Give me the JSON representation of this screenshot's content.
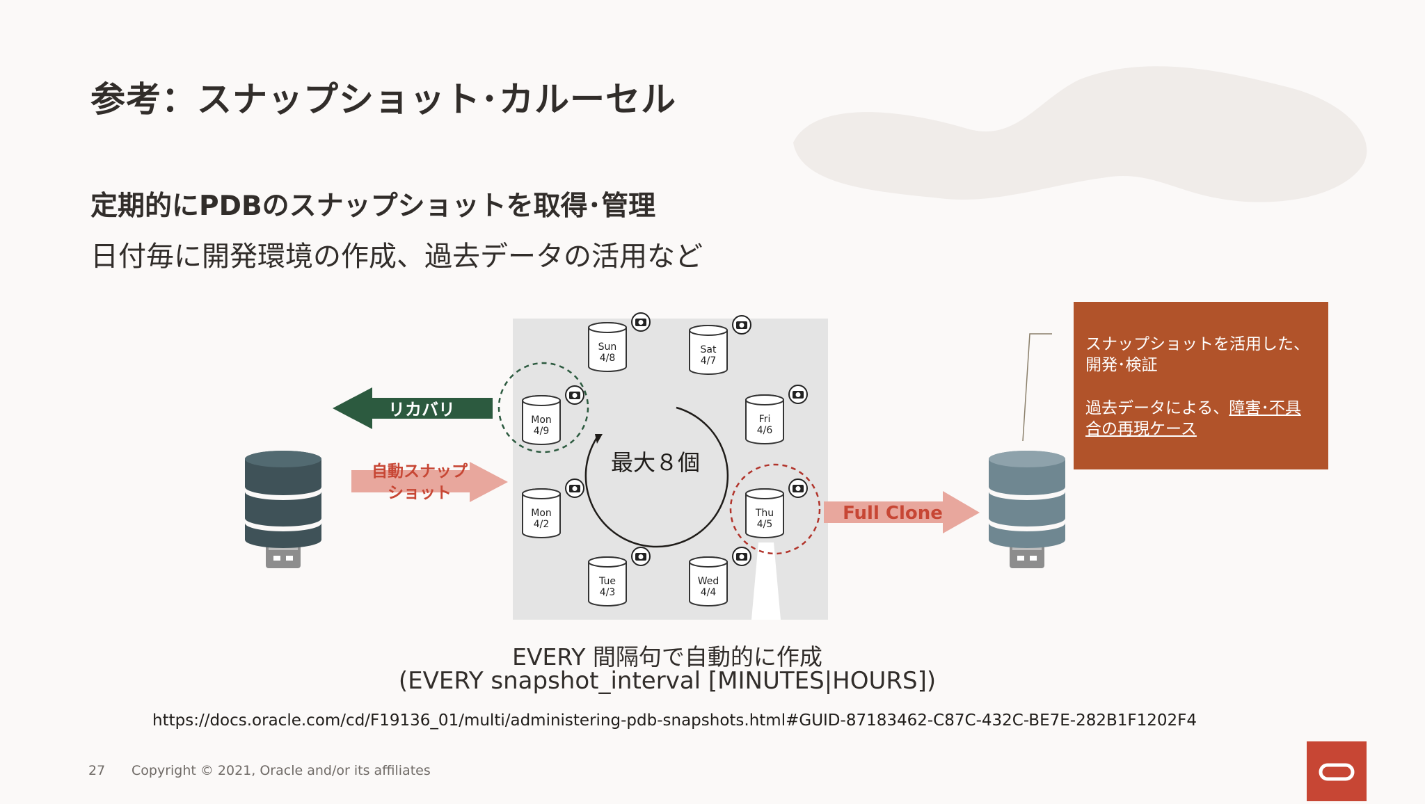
{
  "slide": {
    "title": "参考：スナップショット･カルーセル",
    "subtitle": "定期的にPDBのスナップショットを取得･管理",
    "lead": "日付毎に開発環境の作成、過去データの活用など"
  },
  "diagram": {
    "center_label": "最大８個",
    "snapshots": [
      {
        "day": "Sun",
        "date": "4/8"
      },
      {
        "day": "Sat",
        "date": "4/7"
      },
      {
        "day": "Fri",
        "date": "4/6"
      },
      {
        "day": "Thu",
        "date": "4/5"
      },
      {
        "day": "Wed",
        "date": "4/4"
      },
      {
        "day": "Tue",
        "date": "4/3"
      },
      {
        "day": "Mon",
        "date": "4/2"
      },
      {
        "day": "Mon",
        "date": "4/9"
      }
    ],
    "recovery_label": "リカバリ",
    "auto_snapshot_label_1": "自動スナップ",
    "auto_snapshot_label_2": "ショット",
    "full_clone_label": "Full Clone"
  },
  "note": {
    "line1": "スナップショットを活用した、開発･検証",
    "line2_prefix": "過去データによる、",
    "line2_link": "障害･不具合の再現ケース"
  },
  "caption": {
    "line1": "EVERY 間隔句で自動的に作成",
    "line2": "(EVERY snapshot_interval [MINUTES|HOURS])"
  },
  "doc_url": "https://docs.oracle.com/cd/F19136_01/multi/administering-pdb-snapshots.html#GUID-87183462-C87C-432C-BE7E-282B1F1202F4",
  "footer": {
    "page_number": "27",
    "copyright": "Copyright © 2021, Oracle and/or its affiliates"
  },
  "colors": {
    "oracle_red": "#c74634",
    "note_bg": "#b1532a",
    "recovery_green": "#2c5a3f",
    "arrow_pink": "#e8a79d",
    "db_dark": "#3f5258",
    "db_light": "#6f8791"
  },
  "icons": [
    "camera-icon",
    "database-icon",
    "oracle-logo-icon"
  ]
}
